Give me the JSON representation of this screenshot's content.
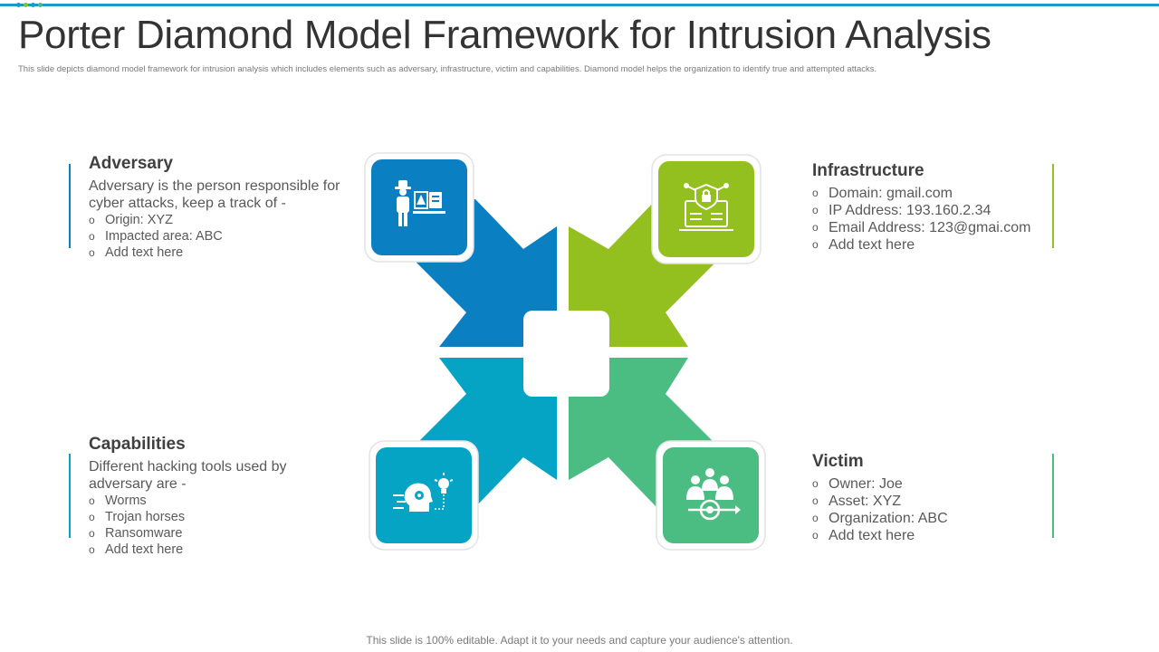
{
  "title": "Porter Diamond Model Framework for Intrusion Analysis",
  "subtitle": "This slide depicts diamond model framework for intrusion analysis which includes elements such as adversary, infrastructure, victim and capabilities. Diamond model helps the organization to identify true and attempted attacks.",
  "footer": "This slide is 100% editable. Adapt it to your needs and capture your audience's attention.",
  "colors": {
    "blue": "#0a7fc1",
    "lime": "#93c01f",
    "teal": "#06a4c4",
    "green": "#4bbd83"
  },
  "adversary": {
    "heading": "Adversary",
    "desc": "Adversary is the person responsible for cyber attacks, keep a track of -",
    "items": [
      "Origin: XYZ",
      "Impacted area: ABC",
      "Add text here"
    ],
    "icon": "hacker-at-computer-icon"
  },
  "infrastructure": {
    "heading": "Infrastructure",
    "items": [
      "Domain: gmail.com",
      "IP Address: 193.160.2.34",
      "Email Address: 123@gmai.com",
      "Add text here"
    ],
    "icon": "secure-laptop-shield-icon"
  },
  "capabilities": {
    "heading": "Capabilities",
    "desc": "Different hacking tools used by adversary are -",
    "items": [
      "Worms",
      "Trojan horses",
      "Ransomware",
      "Add text here"
    ],
    "icon": "head-gear-lightbulb-icon"
  },
  "victim": {
    "heading": "Victim",
    "items": [
      "Owner: Joe",
      "Asset: XYZ",
      "Organization: ABC",
      "Add text here"
    ],
    "icon": "group-target-icon"
  },
  "bullet": "o"
}
